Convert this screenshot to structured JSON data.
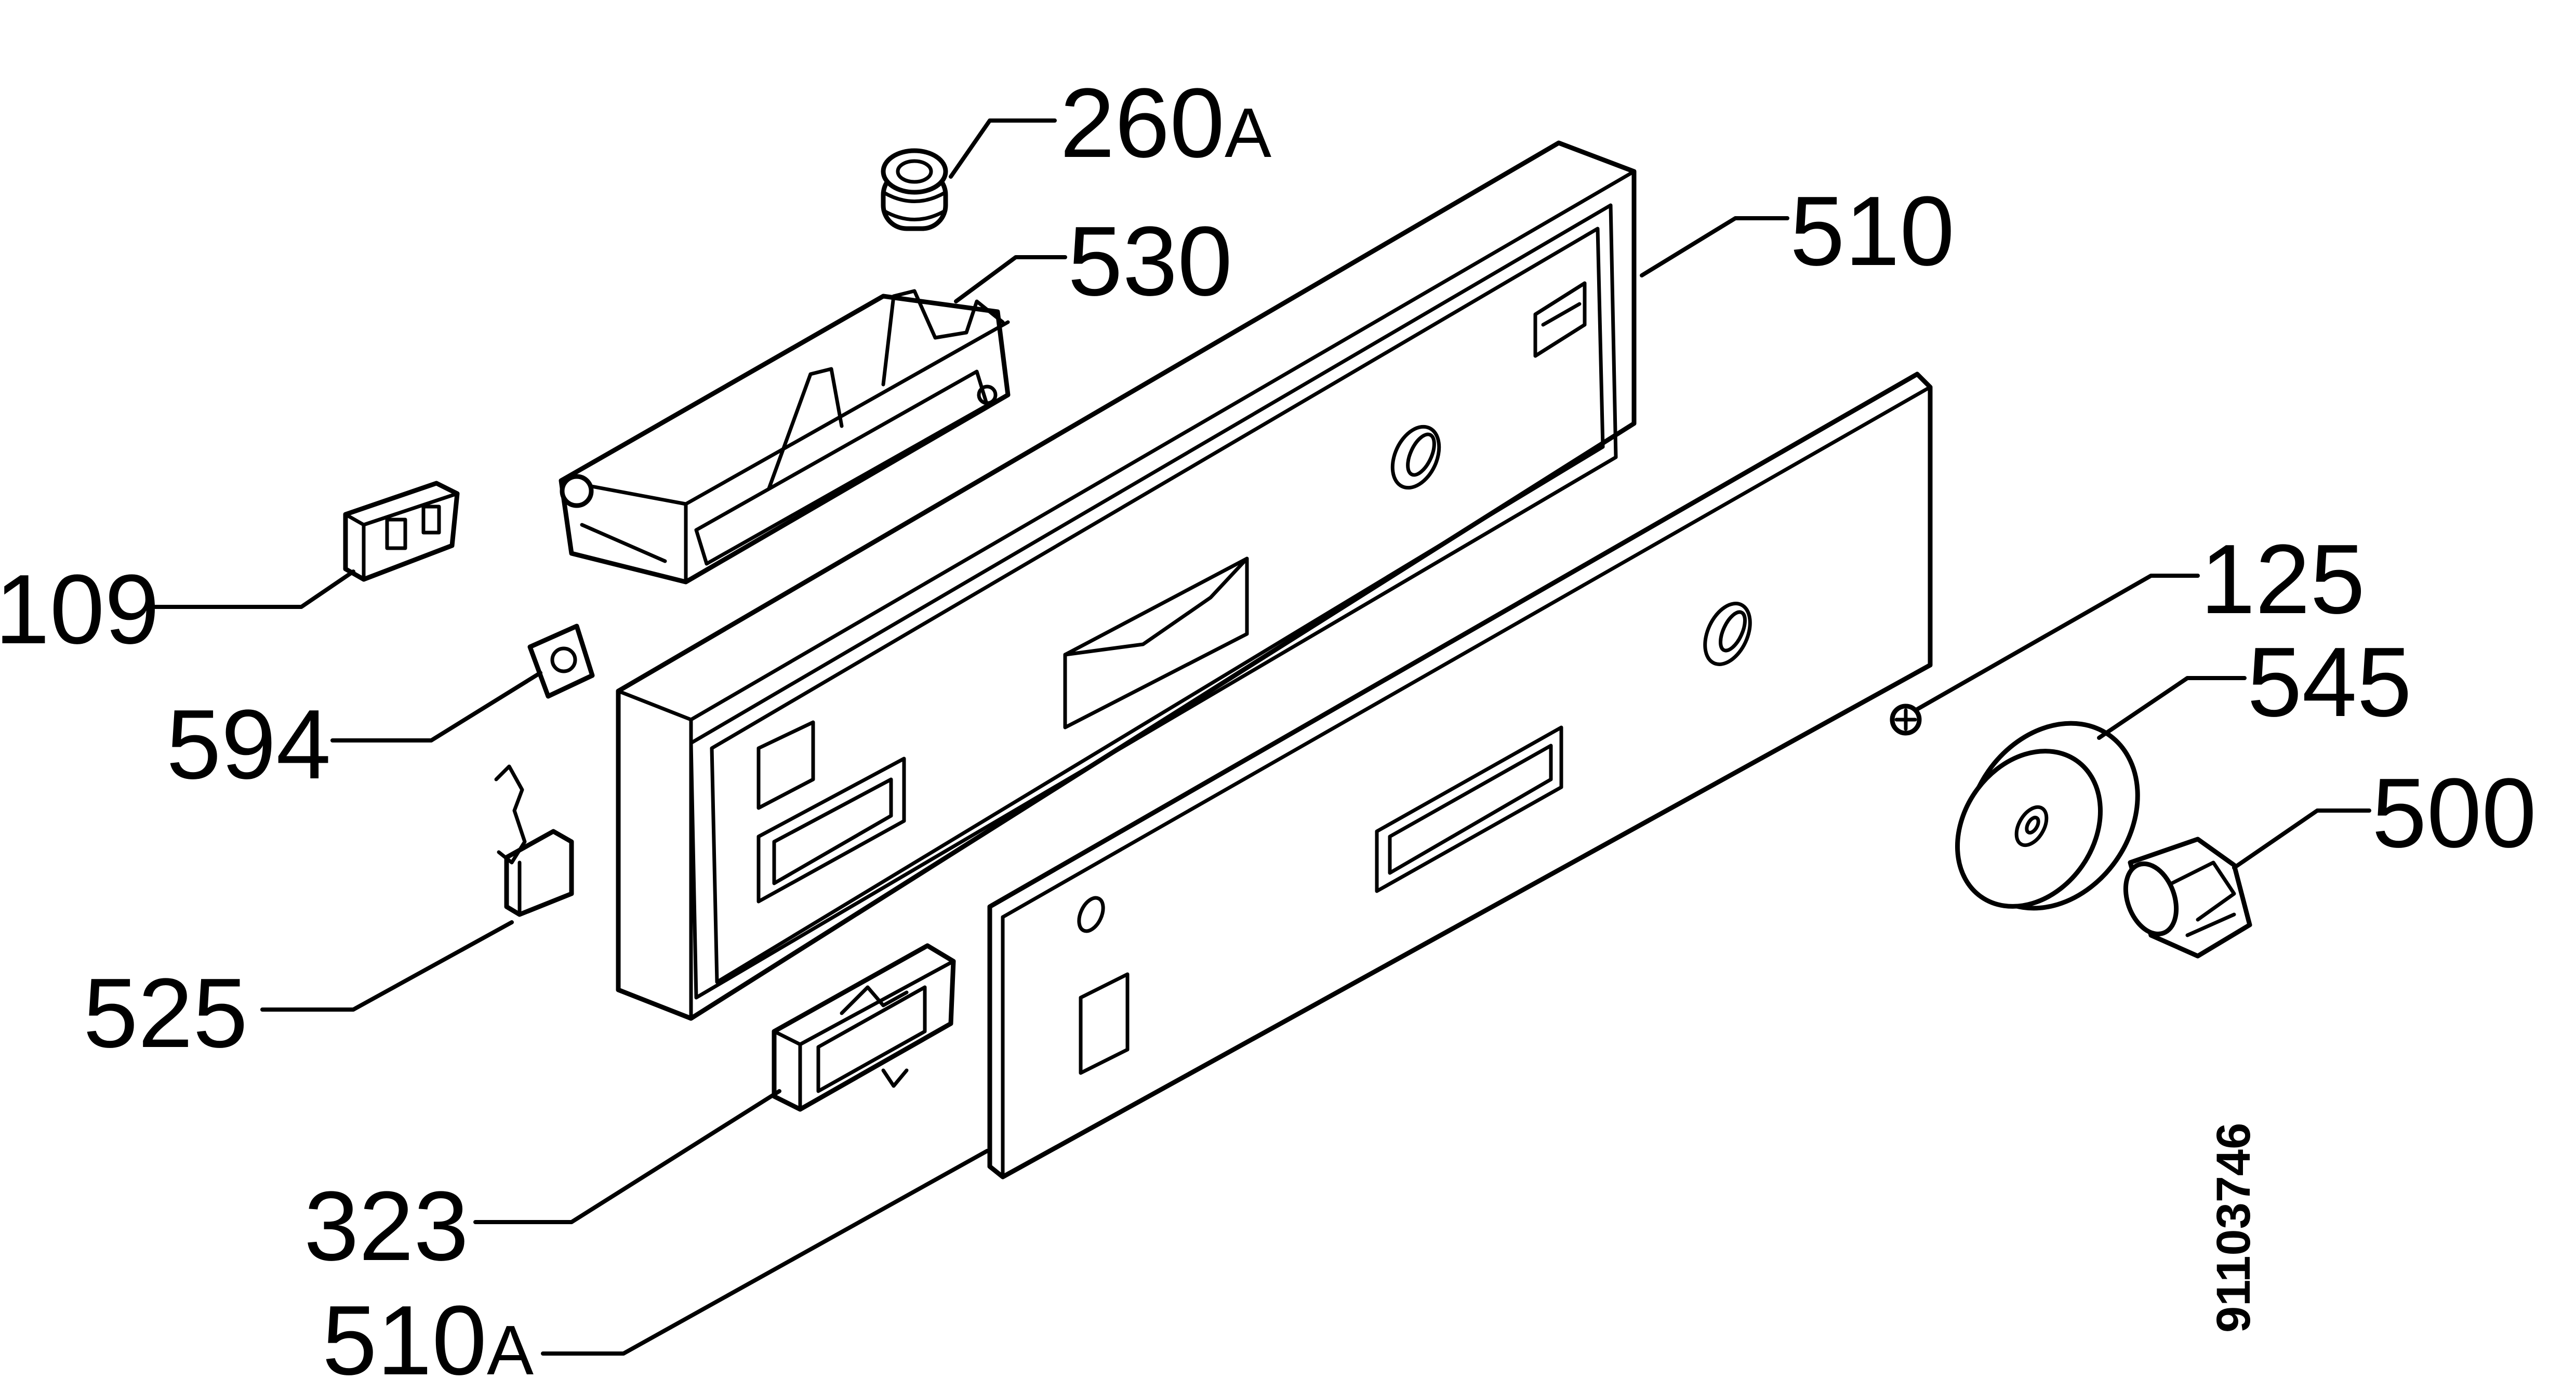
{
  "callouts": {
    "p260a": {
      "num": "260",
      "suffix": "A"
    },
    "p530": {
      "num": "530"
    },
    "p510": {
      "num": "510"
    },
    "p109": {
      "num": "109"
    },
    "p594": {
      "num": "594"
    },
    "p525": {
      "num": "525"
    },
    "p323": {
      "num": "323"
    },
    "p510a": {
      "num": "510",
      "suffix": "A"
    },
    "p125": {
      "num": "125"
    },
    "p545": {
      "num": "545"
    },
    "p500": {
      "num": "500"
    }
  },
  "document_number": "91103746"
}
